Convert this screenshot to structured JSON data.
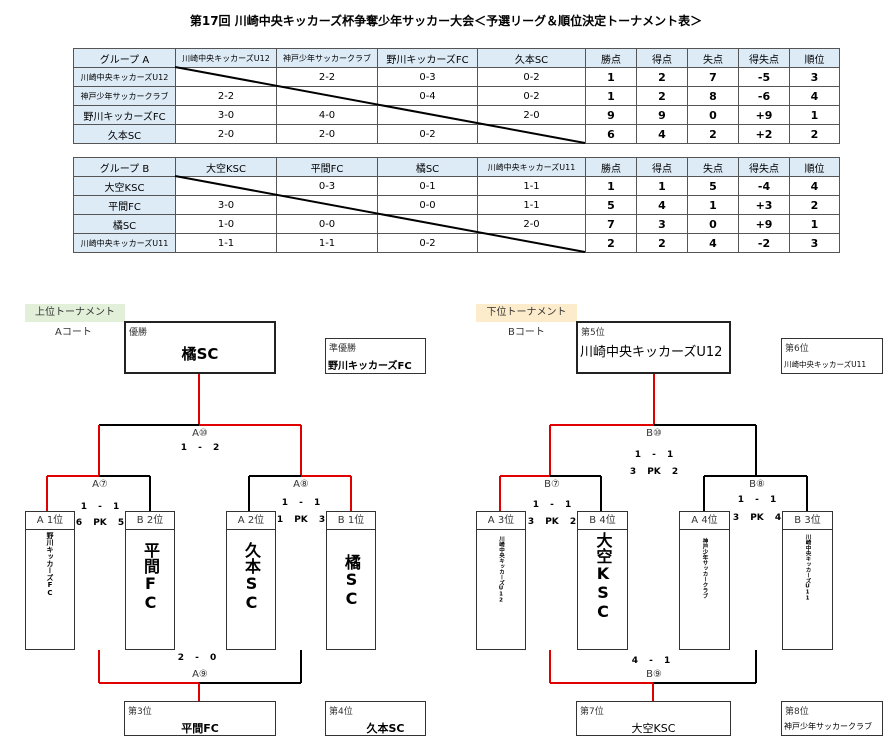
{
  "title": "第17回 川崎中央キッカーズ杯争奪少年サッカー大会＜予選リーグ＆順位決定トーナメント表＞",
  "groups": [
    {
      "header": [
        "グループ A",
        "川崎中央キッカーズU12",
        "神戸少年サッカークラブ",
        "野川キッカーズFC",
        "久本SC",
        "勝点",
        "得点",
        "失点",
        "得失点",
        "順位"
      ],
      "rows": [
        [
          "川崎中央キッカーズU12",
          "",
          "2-2",
          "0-3",
          "0-2",
          "1",
          "2",
          "7",
          "-5",
          "3"
        ],
        [
          "神戸少年サッカークラブ",
          "2-2",
          "",
          "0-4",
          "0-2",
          "1",
          "2",
          "8",
          "-6",
          "4"
        ],
        [
          "野川キッカーズFC",
          "3-0",
          "4-0",
          "",
          "2-0",
          "9",
          "9",
          "0",
          "+9",
          "1"
        ],
        [
          "久本SC",
          "2-0",
          "2-0",
          "0-2",
          "",
          "6",
          "4",
          "2",
          "+2",
          "2"
        ]
      ]
    },
    {
      "header": [
        "グループ B",
        "大空KSC",
        "平間FC",
        "橘SC",
        "川崎中央キッカーズU11",
        "勝点",
        "得点",
        "失点",
        "得失点",
        "順位"
      ],
      "rows": [
        [
          "大空KSC",
          "",
          "0-3",
          "0-1",
          "1-1",
          "1",
          "1",
          "5",
          "-4",
          "4"
        ],
        [
          "平間FC",
          "3-0",
          "",
          "0-0",
          "1-1",
          "5",
          "4",
          "1",
          "+3",
          "2"
        ],
        [
          "橘SC",
          "1-0",
          "0-0",
          "",
          "2-0",
          "7",
          "3",
          "0",
          "+9",
          "1"
        ],
        [
          "川崎中央キッカーズU11",
          "1-1",
          "1-1",
          "0-2",
          "",
          "2",
          "2",
          "4",
          "-2",
          "3"
        ]
      ]
    }
  ],
  "upper": {
    "label": "上位トーナメント",
    "court": "Aコート",
    "champion_label": "優勝",
    "champion": "橘SC",
    "runnerup_label": "準優勝",
    "runnerup": "野川キッカーズFC",
    "third_label": "第3位",
    "third": "平間FC",
    "fourth_label": "第4位",
    "fourth": "久本SC",
    "m10": "A⑩",
    "m10_score": "1 - 2",
    "m7": "A⑦",
    "m7_score": "1 - 1",
    "m7_pk": "6 PK 5",
    "m8": "A⑧",
    "m8_score": "1 - 1",
    "m8_pk": "1 PK 3",
    "m9": "A⑨",
    "m9_score": "2 - 0",
    "slots": [
      {
        "seed": "A 1位",
        "team": "野川キッカーズFC"
      },
      {
        "seed": "B 2位",
        "team": "平間FC"
      },
      {
        "seed": "A 2位",
        "team": "久本SC"
      },
      {
        "seed": "B 1位",
        "team": "橘SC"
      }
    ]
  },
  "lower": {
    "label": "下位トーナメント",
    "court": "Bコート",
    "fifth_label": "第5位",
    "fifth": "川崎中央キッカーズU12",
    "sixth_label": "第6位",
    "sixth": "川崎中央キッカーズU11",
    "seventh_label": "第7位",
    "seventh": "大空KSC",
    "eighth_label": "第8位",
    "eighth": "神戸少年サッカークラブ",
    "m10": "B⑩",
    "m10_score": "1 - 1",
    "m10_pk": "3 PK 2",
    "m7": "B⑦",
    "m7_score": "1 - 1",
    "m7_pk": "3 PK 2",
    "m8": "B⑧",
    "m8_score": "1 - 1",
    "m8_pk": "3 PK 4",
    "m9": "B⑨",
    "m9_score": "4 - 1",
    "slots": [
      {
        "seed": "A 3位",
        "team": "川崎中央キッカーズU12"
      },
      {
        "seed": "B 4位",
        "team": "大空KSC"
      },
      {
        "seed": "A 4位",
        "team": "神戸少年サッカークラブ"
      },
      {
        "seed": "B 3位",
        "team": "川崎中央キッカーズU11"
      }
    ]
  },
  "colors": {
    "win_line": "#e00000",
    "upper_label_bg": "#e2efd9",
    "lower_label_bg": "#fdeccc",
    "header_bg": "#ddebf7"
  }
}
